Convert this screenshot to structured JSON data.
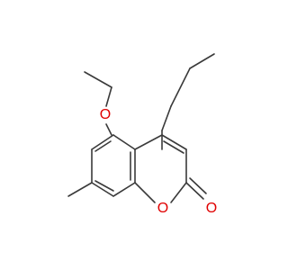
{
  "molecule": {
    "atoms": {
      "ether_oxygen": "O",
      "ring_oxygen": "O",
      "carbonyl_oxygen": "O"
    },
    "bond_color": "#3a3a3a",
    "heteroatom_color": "#e00000"
  }
}
